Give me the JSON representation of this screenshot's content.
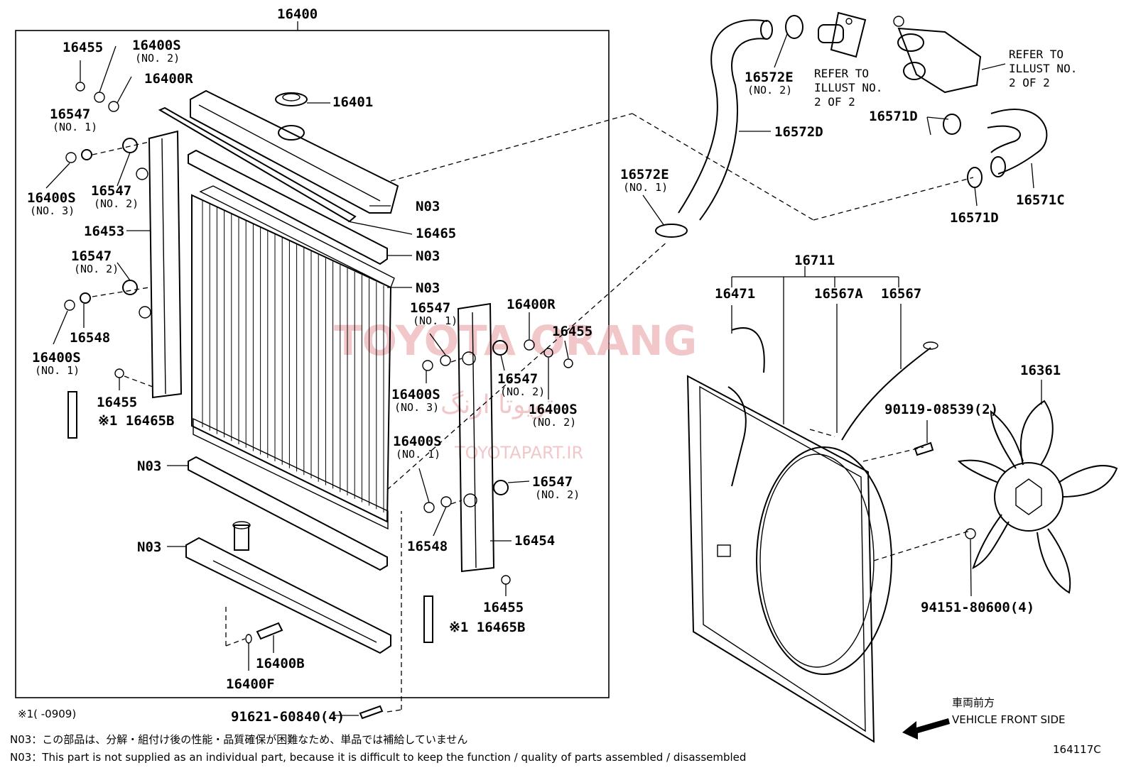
{
  "diagram": {
    "assembly_label": "16400",
    "watermark": {
      "brand": "TOYOTA ORANG",
      "persian": "تویوتا ارنگ",
      "site": "TOYOTAPART.IR"
    },
    "labels": [
      {
        "id": "l01",
        "text": "16455"
      },
      {
        "id": "l02",
        "text": "16400S",
        "sub": "(NO. 2)"
      },
      {
        "id": "l03",
        "text": "16400R"
      },
      {
        "id": "l04",
        "text": "16401"
      },
      {
        "id": "l05",
        "text": "16547",
        "sub": "(NO. 1)"
      },
      {
        "id": "l06",
        "text": "16400S",
        "sub": "(NO. 3)"
      },
      {
        "id": "l07",
        "text": "16547",
        "sub": "(NO. 2)"
      },
      {
        "id": "l08",
        "text": "16453"
      },
      {
        "id": "l09",
        "text": "N03"
      },
      {
        "id": "l10",
        "text": "16465"
      },
      {
        "id": "l11",
        "text": "N03"
      },
      {
        "id": "l12",
        "text": "N03"
      },
      {
        "id": "l13",
        "text": "16547",
        "sub": "(NO. 2)"
      },
      {
        "id": "l14",
        "text": "16548"
      },
      {
        "id": "l15",
        "text": "16400S",
        "sub": "(NO. 1)"
      },
      {
        "id": "l16",
        "text": "16455"
      },
      {
        "id": "l17",
        "text": "※1 16465B"
      },
      {
        "id": "l18",
        "text": "N03"
      },
      {
        "id": "l19",
        "text": "N03"
      },
      {
        "id": "l20",
        "text": "16400B"
      },
      {
        "id": "l21",
        "text": "16400F"
      },
      {
        "id": "l22",
        "text": "16547",
        "sub": "(NO. 1)"
      },
      {
        "id": "l23",
        "text": "16400R"
      },
      {
        "id": "l24",
        "text": "16455"
      },
      {
        "id": "l25",
        "text": "16547",
        "sub": "(NO. 2)"
      },
      {
        "id": "l26",
        "text": "16400S",
        "sub": "(NO. 3)"
      },
      {
        "id": "l27",
        "text": "16400S",
        "sub": "(NO. 2)"
      },
      {
        "id": "l28",
        "text": "16400S",
        "sub": "(NO. 1)"
      },
      {
        "id": "l29",
        "text": "16547",
        "sub": "(NO. 2)"
      },
      {
        "id": "l30",
        "text": "16548"
      },
      {
        "id": "l31",
        "text": "16454"
      },
      {
        "id": "l32",
        "text": "16455"
      },
      {
        "id": "l33",
        "text": "※1 16465B"
      },
      {
        "id": "l34",
        "text": "91621-60840(4)"
      },
      {
        "id": "l35",
        "text": "16572E",
        "sub": "(NO. 2)"
      },
      {
        "id": "l36",
        "text": "16572D"
      },
      {
        "id": "l37",
        "text": "16572E",
        "sub": "(NO. 1)"
      },
      {
        "id": "l38",
        "text": "16571D"
      },
      {
        "id": "l39",
        "text": "16571C"
      },
      {
        "id": "l40",
        "text": "16571D"
      },
      {
        "id": "l41",
        "text": "16711"
      },
      {
        "id": "l42",
        "text": "16471"
      },
      {
        "id": "l43",
        "text": "16567A"
      },
      {
        "id": "l44",
        "text": "16567"
      },
      {
        "id": "l45",
        "text": "16361"
      },
      {
        "id": "l46",
        "text": "90119-08539(2)"
      },
      {
        "id": "l47",
        "text": "94151-80600(4)"
      }
    ],
    "refer_1": [
      "REFER TO",
      "ILLUST NO.",
      "2 OF 2"
    ],
    "refer_2": [
      "REFER TO",
      "ILLUST NO.",
      "2 OF 2"
    ],
    "front_jp": "車両前方",
    "front_en": "VEHICLE FRONT SIDE",
    "footnote": "※1(      -0909)",
    "note_jp": "N03：この部品は、分解・組付け後の性能・品質確保が困難なため、単品では補給していません",
    "note_en": "N03：This part is not supplied as an individual part, because it is difficult to keep the function / quality of parts assembled / disassembled",
    "drawing_id": "164117C"
  }
}
